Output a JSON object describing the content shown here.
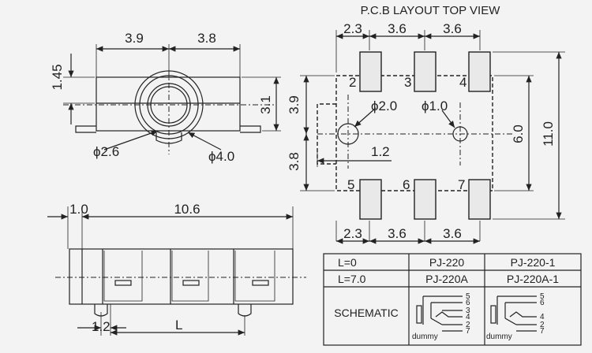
{
  "top_view": {
    "dim_left": "3.9",
    "dim_right": "3.8",
    "dim_height": "1.45",
    "dim_center": "3.1",
    "dim_hole_small": "ϕ2.6",
    "dim_hole_large": "ϕ4.0"
  },
  "side_view": {
    "dim_offset": "1.0",
    "dim_length": "10.6",
    "dim_pin": "1.2",
    "dim_L": "L"
  },
  "pcb": {
    "title": "P.C.B LAYOUT TOP VIEW",
    "dim_top": [
      "2.3",
      "3.6",
      "3.6"
    ],
    "dim_bottom": [
      "2.3",
      "3.6",
      "3.6"
    ],
    "dim_left_upper": "3.9",
    "dim_left_lower": "3.8",
    "dim_right_inner": "6.0",
    "dim_right_outer": "11.0",
    "hole_large": "ϕ2.0",
    "hole_small": "ϕ1.0",
    "dim_offset": "1.2",
    "pads_top": [
      "2",
      "3",
      "4"
    ],
    "pads_bottom": [
      "5",
      "6",
      "7"
    ]
  },
  "table": {
    "row1": [
      "L=0",
      "PJ-220",
      "PJ-220-1"
    ],
    "row2": [
      "L=7.0",
      "PJ-220A",
      "PJ-220A-1"
    ],
    "schematic_label": "SCHEMATIC",
    "sch1_pins": [
      "5",
      "6",
      "3",
      "4",
      "2",
      "7"
    ],
    "sch2_pins": [
      "5",
      "6",
      "4",
      "2",
      "7"
    ],
    "dummy": "dummy"
  }
}
